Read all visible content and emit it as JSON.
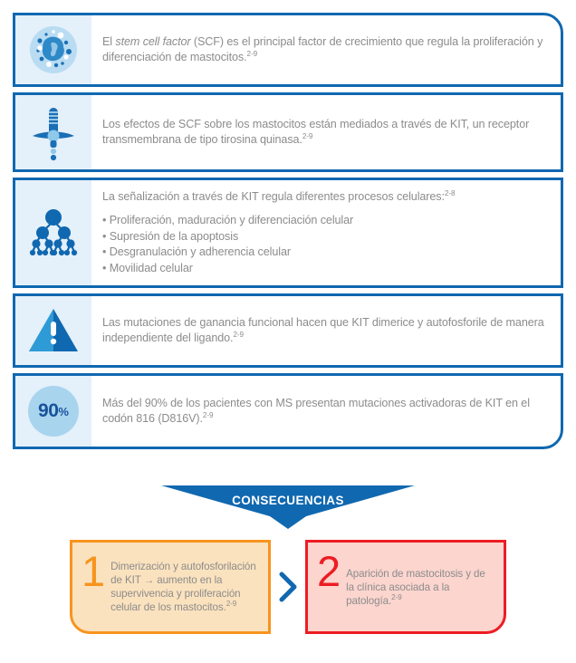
{
  "colors": {
    "card_border": "#1068B0",
    "icon_panel_bg": "#E4F0FA",
    "body_text": "#8C8C8C",
    "banner_blue": "#1068B0",
    "orange": "#F7941E",
    "orange_fill": "#FBE2BE",
    "red": "#ED1C24",
    "red_fill": "#FBD5CE",
    "percent_circle": "#A8D4EE",
    "percent_text": "#17529B"
  },
  "cards": [
    {
      "icon": "mast-cell-icon",
      "text_before_em": "El ",
      "text_em": "stem cell factor",
      "text_after_em": " (SCF) es el principal factor de crecimiento que regula la proliferación y diferenciación de mastocitos.",
      "ref": "2-9"
    },
    {
      "icon": "kit-receptor-icon",
      "text": "Los efectos de SCF sobre los mastocitos están mediados a través de KIT, un receptor transmembrana de tipo tirosina quinasa.",
      "ref": "2-9"
    },
    {
      "icon": "cell-proliferation-icon",
      "text": "La señalización a través de KIT regula diferentes procesos celulares:",
      "ref": "2-8",
      "bullets": [
        "Proliferación, maduración y diferenciación celular",
        "Supresión de la apoptosis",
        "Desgranulación y adherencia celular",
        "Movilidad celular"
      ]
    },
    {
      "icon": "warning-triangle-icon",
      "text": "Las mutaciones de ganancia funcional hacen que KIT dimerice y autofosforile de manera independiente del ligando.",
      "ref": "2-9"
    },
    {
      "icon": "percent-badge-icon",
      "percent_number": "90",
      "percent_sign": "%",
      "text": "Más del 90% de los pacientes con MS presentan mutaciones activadoras de KIT en el codón 816 (D816V).",
      "ref": "2-9"
    }
  ],
  "banner": {
    "label": "CONSECUENCIAS"
  },
  "consequences": [
    {
      "number": "1",
      "text": "Dimerización y autofosforilación de KIT → aumento en la supervivencia y proliferación celular de los mastocitos.",
      "ref": "2-9"
    },
    {
      "number": "2",
      "text": "Aparición de mastocitosis y de la clínica asociada a la patología.",
      "ref": "2-9"
    }
  ],
  "separator_icon": "chevron-right-icon"
}
